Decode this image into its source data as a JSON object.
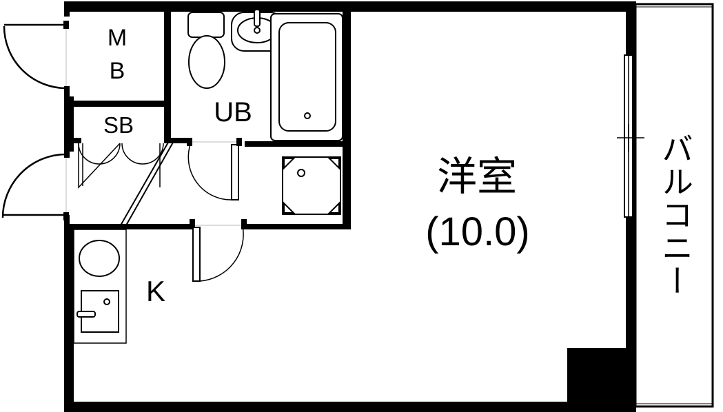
{
  "rooms": {
    "mb_line1": "M",
    "mb_line2": "B",
    "sb": "SB",
    "ub": "UB",
    "youshitsu": "洋室",
    "youshitsu_size": "(10.0)",
    "kitchen": "K"
  },
  "balcony": {
    "label": "バルコニー"
  }
}
